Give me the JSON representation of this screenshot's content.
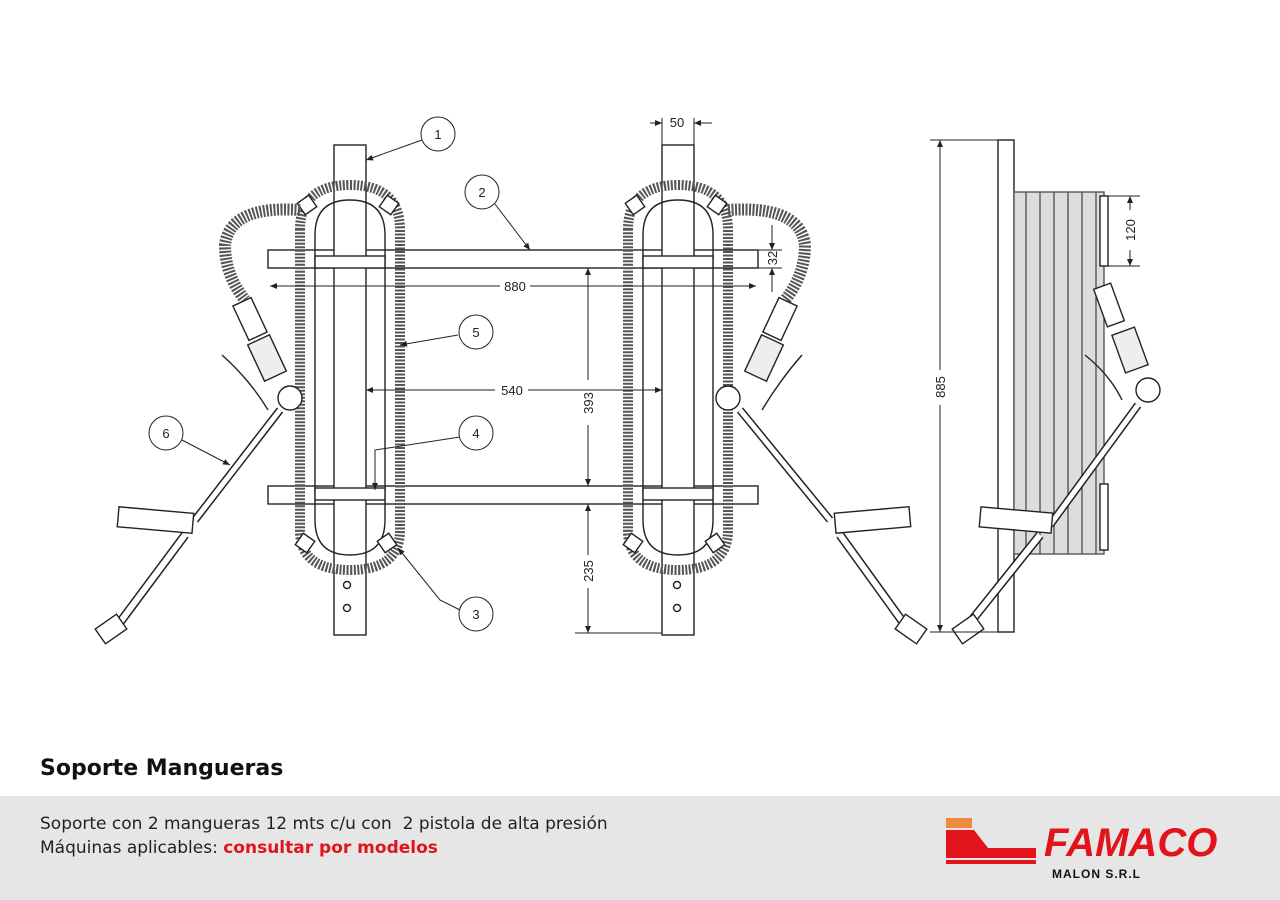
{
  "diagram": {
    "callouts": [
      "1",
      "2",
      "3",
      "4",
      "5",
      "6"
    ],
    "dimensions": {
      "width_total": "880",
      "inner_span": "540",
      "bar_height": "32",
      "frame_height": "393",
      "bottom_offset": "235",
      "post_width": "50",
      "total_height": "885",
      "hose_depth": "120"
    }
  },
  "product": {
    "title": "Soporte Mangueras",
    "description": "Soporte con 2 mangueras 12 mts c/u con  2 pistola de alta presión",
    "applicable_label": "Máquinas aplicables:",
    "applicable_link": "consultar por modelos"
  },
  "brand": {
    "name": "FAMACO",
    "sub": "MALON S.R.L"
  },
  "colors": {
    "accent": "#e3131b",
    "orange": "#f08a3c",
    "band": "#e6e6e6"
  }
}
